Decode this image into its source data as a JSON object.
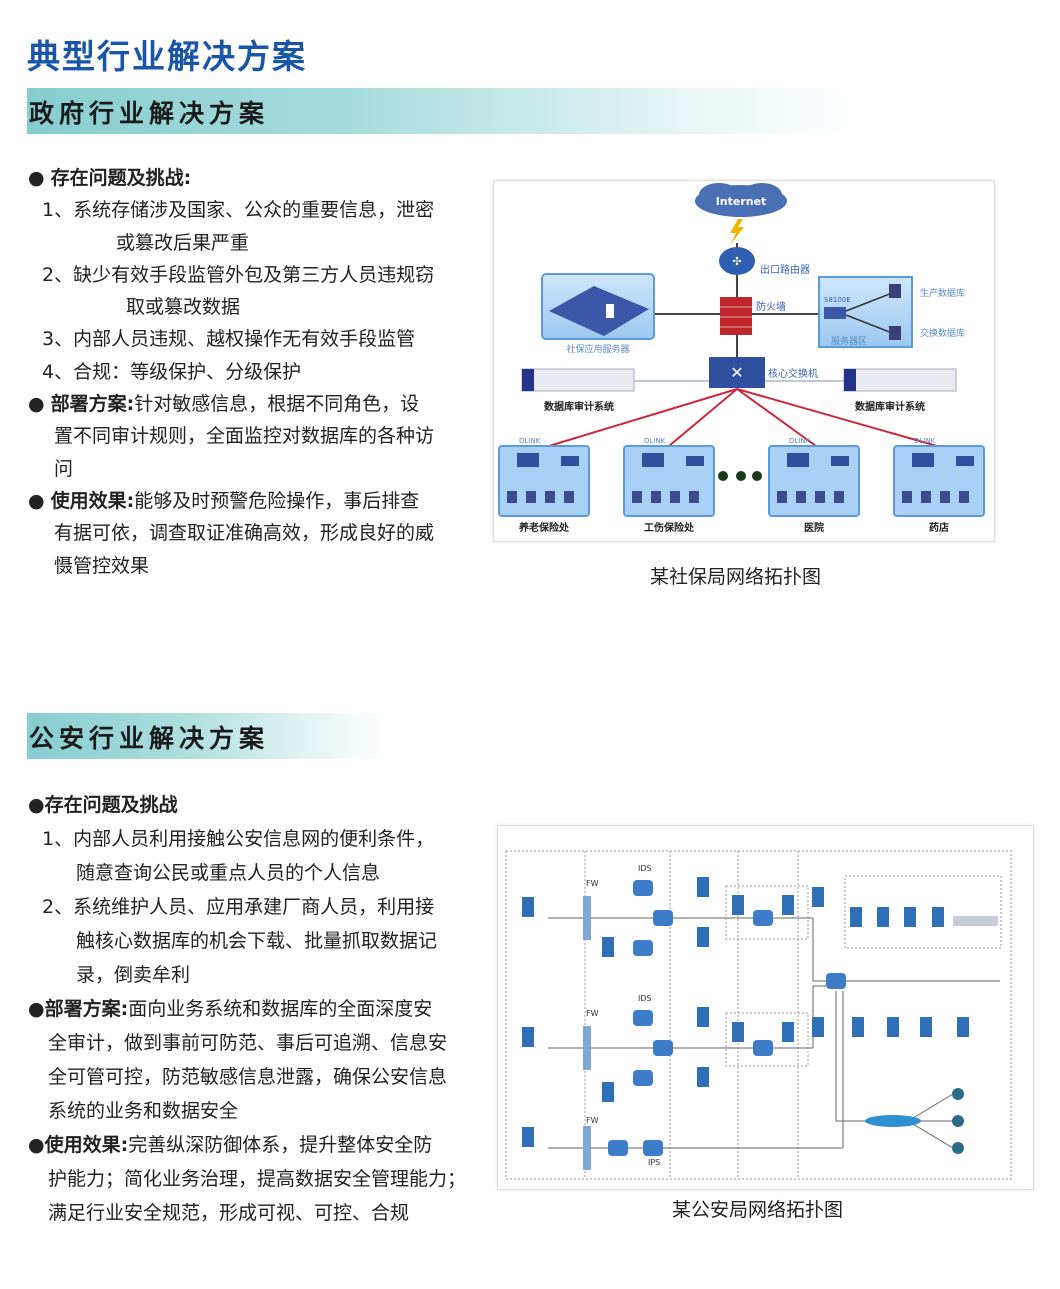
{
  "title": "典型行业解决方案",
  "gov": {
    "heading": "政府行业解决方案",
    "lines": [
      {
        "bullet": "●",
        "label": "存在问题及挑战:",
        "text": ""
      },
      {
        "text": "1、系统存储涉及国家、公众的重要信息，泄密"
      },
      {
        "text": "或篡改后果严重"
      },
      {
        "text": "2、缺少有效手段监管外包及第三方人员违规窃"
      },
      {
        "text": "取或篡改数据"
      },
      {
        "text": "3、内部人员违规、越权操作无有效手段监管"
      },
      {
        "text": "4、合规：等级保护、分级保护"
      },
      {
        "bullet": "●",
        "label": "部署方案:",
        "text": "针对敏感信息，根据不同角色，设"
      },
      {
        "text": "置不同审计规则，全面监控对数据库的各种访"
      },
      {
        "text": "问"
      },
      {
        "bullet": "●",
        "label": "使用效果:",
        "text": "能够及时预警危险操作，事后排查"
      },
      {
        "text": "有据可依，调查取证准确高效，形成良好的威"
      },
      {
        "text": "慑管控效果"
      }
    ],
    "diagram": {
      "internet": "Internet",
      "router": "出口路由器",
      "firewall": "防火墙",
      "app_server": "社保应用服务器",
      "server_zone": "服务器区",
      "switch_model": "S8100E",
      "prod_db": "生产数据库",
      "exchange_db": "交换数据库",
      "core_switch": "核心交换机",
      "audit_left": "数据库审计系统",
      "audit_right": "数据库审计系统",
      "dlink": "DLINK",
      "branches": [
        "养老保险处",
        "工伤保险处",
        "医院",
        "药店"
      ],
      "link_color": "#d0263a"
    },
    "caption": "某社保局网络拓扑图"
  },
  "police": {
    "heading": "公安行业解决方案",
    "lines": [
      {
        "bullet": "●",
        "label": "存在问题及挑战",
        "text": ""
      },
      {
        "text": "1、内部人员利用接触公安信息网的便利条件，"
      },
      {
        "text": "随意查询公民或重点人员的个人信息"
      },
      {
        "text": "2、系统维护人员、应用承建厂商人员，利用接"
      },
      {
        "text": "触核心数据库的机会下载、批量抓取数据记"
      },
      {
        "text": "录，倒卖牟利"
      },
      {
        "bullet": "●",
        "label": "部署方案:",
        "text": "面向业务系统和数据库的全面深度安"
      },
      {
        "text": "全审计，做到事前可防范、事后可追溯、信息安"
      },
      {
        "text": "全可管可控，防范敏感信息泄露，确保公安信息"
      },
      {
        "text": "系统的业务和数据安全"
      },
      {
        "bullet": "●",
        "label": "使用效果:",
        "text": "完善纵深防御体系，提升整体安全防"
      },
      {
        "text": "护能力；简化业务治理，提高数据安全管理能力；"
      },
      {
        "text": "满足行业安全规范，形成可视、可控、合规"
      }
    ],
    "diagram": {
      "fw": "FW",
      "ids": "IDS",
      "ips": "IPS"
    },
    "caption": "某公安局网络拓扑图"
  },
  "colors": {
    "title": "#1a56a8",
    "band_start": "#86cdd0",
    "node_blue": "#2f6fb8"
  }
}
